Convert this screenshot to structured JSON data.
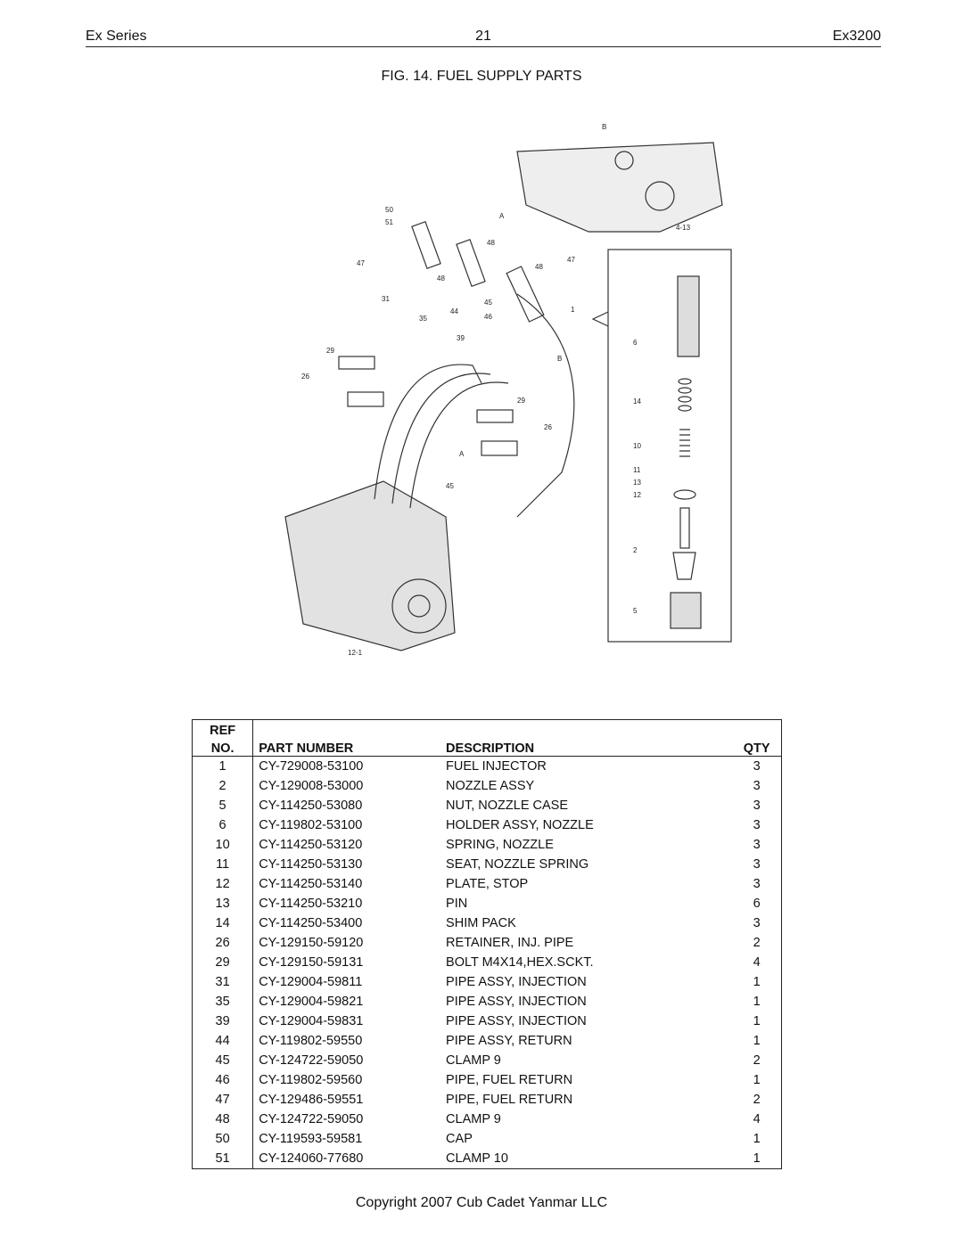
{
  "header": {
    "left": "Ex Series",
    "page": "21",
    "right": "Ex3200"
  },
  "figure": {
    "title": "FIG. 14. FUEL SUPPLY PARTS",
    "callouts": [
      "B",
      "A",
      "50",
      "51",
      "48",
      "47",
      "48",
      "47",
      "48",
      "4-13",
      "31",
      "35",
      "39",
      "44",
      "45",
      "46",
      "1",
      "29",
      "26",
      "29",
      "26",
      "B",
      "A",
      "45",
      "6",
      "14",
      "10",
      "11",
      "13",
      "12",
      "2",
      "5",
      "12-1"
    ]
  },
  "table": {
    "headers": {
      "ref_top": "REF",
      "ref_bottom": "NO.",
      "part_number": "PART NUMBER",
      "description": "DESCRIPTION",
      "qty": "QTY"
    },
    "rows": [
      {
        "ref": "1",
        "pn": "CY-729008-53100",
        "desc": "FUEL INJECTOR",
        "qty": "3"
      },
      {
        "ref": "2",
        "pn": "CY-129008-53000",
        "desc": "NOZZLE ASSY",
        "qty": "3"
      },
      {
        "ref": "5",
        "pn": "CY-114250-53080",
        "desc": "NUT, NOZZLE CASE",
        "qty": "3"
      },
      {
        "ref": "6",
        "pn": "CY-119802-53100",
        "desc": "HOLDER ASSY, NOZZLE",
        "qty": "3"
      },
      {
        "ref": "10",
        "pn": "CY-114250-53120",
        "desc": "SPRING, NOZZLE",
        "qty": "3"
      },
      {
        "ref": "11",
        "pn": "CY-114250-53130",
        "desc": "SEAT, NOZZLE SPRING",
        "qty": "3"
      },
      {
        "ref": "12",
        "pn": "CY-114250-53140",
        "desc": "PLATE, STOP",
        "qty": "3"
      },
      {
        "ref": "13",
        "pn": "CY-114250-53210",
        "desc": "PIN",
        "qty": "6"
      },
      {
        "ref": "14",
        "pn": "CY-114250-53400",
        "desc": "SHIM PACK",
        "qty": "3"
      },
      {
        "ref": "26",
        "pn": "CY-129150-59120",
        "desc": "RETAINER, INJ. PIPE",
        "qty": "2"
      },
      {
        "ref": "29",
        "pn": "CY-129150-59131",
        "desc": "BOLT M4X14,HEX.SCKT.",
        "qty": "4"
      },
      {
        "ref": "31",
        "pn": "CY-129004-59811",
        "desc": "PIPE ASSY, INJECTION",
        "qty": "1"
      },
      {
        "ref": "35",
        "pn": "CY-129004-59821",
        "desc": "PIPE ASSY, INJECTION",
        "qty": "1"
      },
      {
        "ref": "39",
        "pn": "CY-129004-59831",
        "desc": "PIPE ASSY, INJECTION",
        "qty": "1"
      },
      {
        "ref": "44",
        "pn": "CY-119802-59550",
        "desc": "PIPE ASSY, RETURN",
        "qty": "1"
      },
      {
        "ref": "45",
        "pn": "CY-124722-59050",
        "desc": "CLAMP  9",
        "qty": "2"
      },
      {
        "ref": "46",
        "pn": "CY-119802-59560",
        "desc": "PIPE, FUEL RETURN",
        "qty": "1"
      },
      {
        "ref": "47",
        "pn": "CY-129486-59551",
        "desc": "PIPE, FUEL RETURN",
        "qty": "2"
      },
      {
        "ref": "48",
        "pn": "CY-124722-59050",
        "desc": "CLAMP  9",
        "qty": "4"
      },
      {
        "ref": "50",
        "pn": "CY-119593-59581",
        "desc": "CAP",
        "qty": "1"
      },
      {
        "ref": "51",
        "pn": "CY-124060-77680",
        "desc": "CLAMP 10",
        "qty": "1"
      }
    ]
  },
  "footer": {
    "copyright": "Copyright 2007 Cub Cadet Yanmar LLC"
  }
}
